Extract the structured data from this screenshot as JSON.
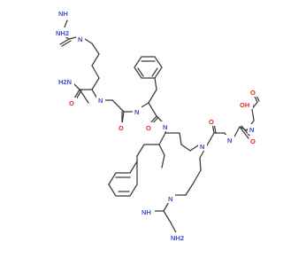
{
  "colors": {
    "bond": "#3a3a3a",
    "nitrogen": "#3b4fd6",
    "oxygen": "#e8281b",
    "background": "#ffffff"
  },
  "labels": {
    "arg1_nh_top": "NH",
    "arg1_nh2_top": "NH2",
    "arg1_n_imine": "N",
    "arg1_h2n": "H2N",
    "amide1_o": "O",
    "amide1_nh": "N",
    "amide2_nh": "N",
    "amide2_o": "O",
    "amide3_o": "O",
    "amide3_nh": "N",
    "amide4_nh": "N",
    "amide4_o": "O",
    "amide5_nh": "N",
    "amide5_o": "O",
    "amide6_nh": "N",
    "acid_o": "O",
    "acid_oh": "OH",
    "arg2_n_imine": "N",
    "arg2_nh": "NH",
    "arg2_nh2": "NH2"
  }
}
